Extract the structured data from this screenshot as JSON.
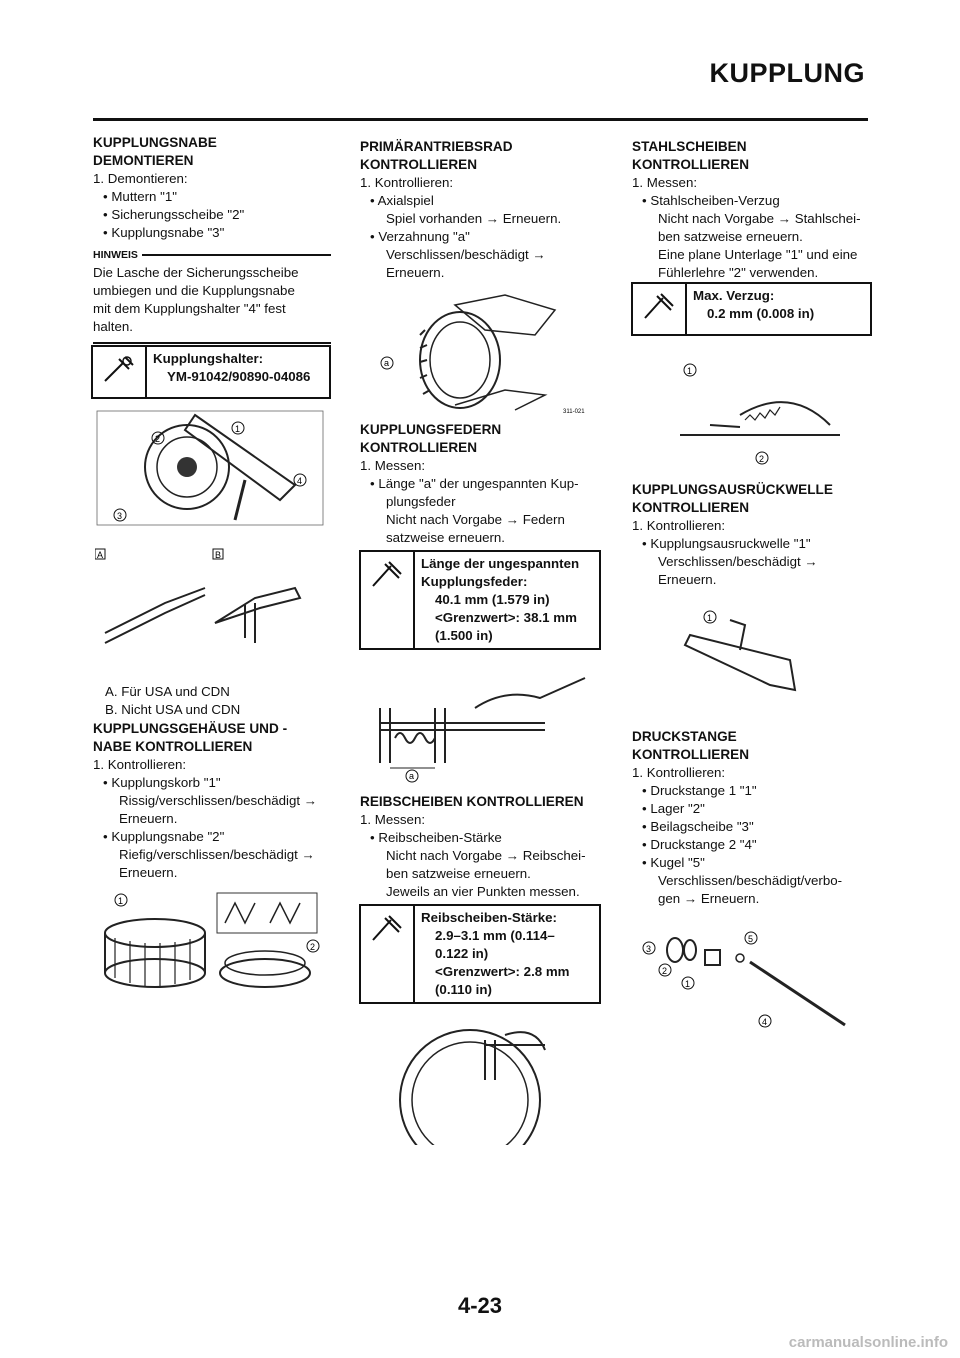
{
  "header": {
    "title": "KUPPLUNG"
  },
  "col1": {
    "s1_title": [
      "KUPPLUNGSNABE",
      "DEMONTIEREN"
    ],
    "s1_step": "1. Demontieren:",
    "s1_bullets": [
      "• Muttern \"1\"",
      "• Sicherungsscheibe \"2\"",
      "• Kupplungsnabe \"3\""
    ],
    "note_label": "HINWEIS",
    "note_lines": [
      "Die Lasche der Sicherungsscheibe",
      "umbiegen und die Kupplungsnabe",
      "mit dem Kupplungshalter \"4\" fest",
      "halten."
    ],
    "spec1_lines": [
      "Kupplungshalter:",
      "YM-91042/90890-04086"
    ],
    "fig_labels": [
      "A",
      "B"
    ],
    "legend": [
      "A.   Für USA und CDN",
      "B.   Nicht USA und CDN"
    ],
    "s2_title": [
      "KUPPLUNGSGEHÄUSE UND -",
      "NABE KONTROLLIEREN"
    ],
    "s2_step": "1. Kontrollieren:",
    "s2_lines": [
      "• Kupplungskorb \"1\"",
      "Rissig/verschlissen/beschädigt →",
      "Erneuern.",
      "• Kupplungsnabe \"2\"",
      "Riefig/verschlissen/beschädigt →",
      "Erneuern."
    ]
  },
  "col2": {
    "s1_title": [
      "PRIMÄRANTRIEBSRAD",
      "KONTROLLIEREN"
    ],
    "s1_step": "1. Kontrollieren:",
    "s1_lines": [
      "• Axialspiel",
      "Spiel vorhanden → Erneuern.",
      "• Verzahnung \"a\"",
      "Verschlissen/beschädigt →",
      "Erneuern."
    ],
    "fig_code": "311-021",
    "s2_title": [
      "KUPPLUNGSFEDERN",
      "KONTROLLIEREN"
    ],
    "s2_step": "1. Messen:",
    "s2_lines": [
      "• Länge \"a\" der ungespannten Kup-",
      "plungsfeder",
      "Nicht nach Vorgabe → Federn",
      "satzweise erneuern."
    ],
    "spec2_lines": [
      "Länge der ungespannten",
      "Kupplungsfeder:",
      "40.1 mm (1.579 in)",
      "<Grenzwert>: 38.1 mm",
      "(1.500 in)"
    ],
    "s3_title": [
      "REIBSCHEIBEN KONTROLLIEREN"
    ],
    "s3_step": "1. Messen:",
    "s3_lines": [
      "• Reibscheiben-Stärke",
      "Nicht nach Vorgabe → Reibschei-",
      "ben satzweise erneuern.",
      "Jeweils an vier Punkten messen."
    ],
    "spec3_lines": [
      "Reibscheiben-Stärke:",
      "2.9–3.1 mm (0.114–",
      "0.122 in)",
      "<Grenzwert>: 2.8 mm",
      "(0.110 in)"
    ]
  },
  "col3": {
    "s1_title": [
      "STAHLSCHEIBEN",
      "KONTROLLIEREN"
    ],
    "s1_step": "1. Messen:",
    "s1_lines": [
      "• Stahlscheiben-Verzug",
      "Nicht nach Vorgabe → Stahlschei-",
      "ben satzweise erneuern.",
      "Eine plane Unterlage \"1\" und eine",
      "Fühlerlehre \"2\" verwenden."
    ],
    "spec4_lines": [
      "Max. Verzug:",
      "0.2 mm (0.008 in)"
    ],
    "s2_title": [
      "KUPPLUNGSAUSRÜCKWELLE",
      "KONTROLLIEREN"
    ],
    "s2_step": "1. Kontrollieren:",
    "s2_lines": [
      "• Kupplungsausruckwelle \"1\"",
      "Verschlissen/beschädigt →",
      "Erneuern."
    ],
    "s3_title": [
      "DRUCKSTANGE",
      "KONTROLLIEREN"
    ],
    "s3_step": "1. Kontrollieren:",
    "s3_lines": [
      "• Druckstange 1 \"1\"",
      "• Lager \"2\"",
      "• Beilagscheibe \"3\"",
      "• Druckstange 2 \"4\"",
      "• Kugel \"5\"",
      "Verschlissen/beschädigt/verbo-",
      "gen → Erneuern."
    ]
  },
  "footer": {
    "page_number": "4-23",
    "watermark": "carmanualsonline.info"
  }
}
